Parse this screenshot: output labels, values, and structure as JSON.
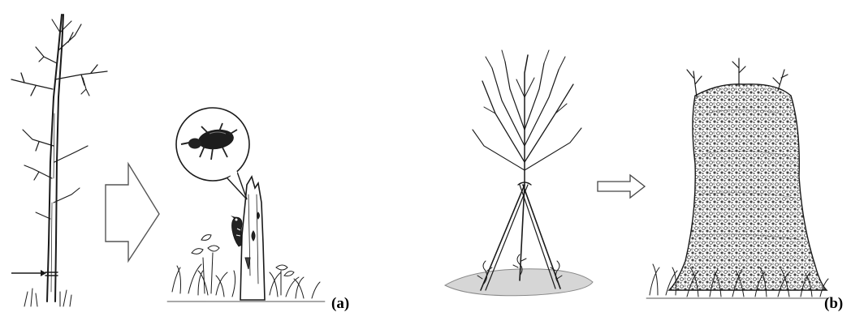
{
  "figure": {
    "panels": [
      {
        "id": "a",
        "label": "(a)",
        "scenes": [
          "girdled-tree",
          "dead-snag-with-woodpecker-and-beetle"
        ]
      },
      {
        "id": "b",
        "label": "(b)",
        "scenes": [
          "tripod-of-bare-stems",
          "vine-covered-tripod-thicket"
        ]
      }
    ],
    "icons": [
      "tree-icon",
      "arrow-icon",
      "beetle-icon",
      "woodpecker-icon",
      "grass-icon",
      "vine-icon"
    ],
    "colors": {
      "ink": "#1a1a1a",
      "paper": "#ffffff",
      "ground": "#cfcfcf"
    }
  }
}
